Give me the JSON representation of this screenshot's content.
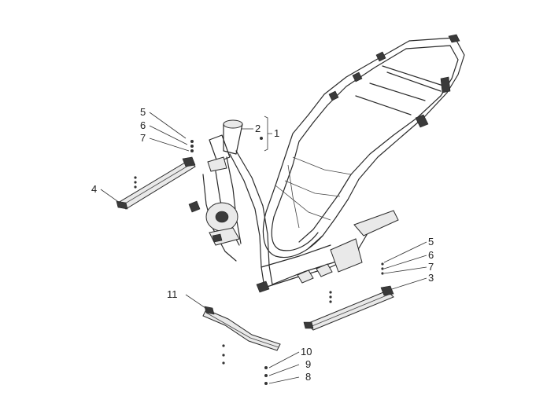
{
  "callouts": {
    "c1": "1",
    "c2": "2",
    "c3": "3",
    "c4": "4",
    "c5a": "5",
    "c6a": "6",
    "c7a": "7",
    "c5b": "5",
    "c6b": "6",
    "c7b": "7",
    "c8": "8",
    "c9": "9",
    "c10": "10",
    "c11": "11"
  },
  "colors": {
    "line": "#2a2a2a",
    "background": "#ffffff"
  }
}
